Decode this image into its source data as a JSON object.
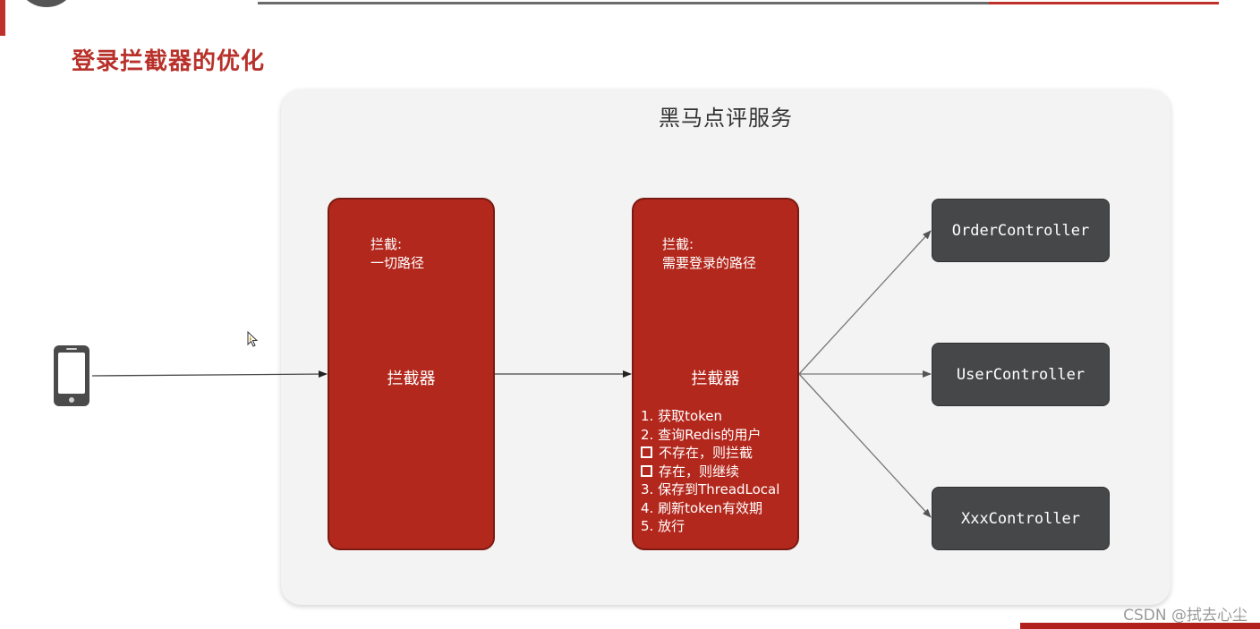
{
  "title": "登录拦截器的优化",
  "service": {
    "title": "黑马点评服务"
  },
  "interceptor_1": {
    "scope_label": "拦截:",
    "scope_value": "一切路径",
    "name": "拦截器"
  },
  "interceptor_2": {
    "scope_label": "拦截:",
    "scope_value": "需要登录的路径",
    "name": "拦截器",
    "steps": [
      "1.  获取token",
      "2.  查询Redis的用户",
      "不存在，则拦截",
      "存在，则继续",
      "3.  保存到ThreadLocal",
      "4.  刷新token有效期",
      "5.  放行"
    ]
  },
  "controllers": [
    "OrderController",
    "UserController",
    "XxxController"
  ],
  "client_icon": "smartphone-icon",
  "watermark": "CSDN @拭去心尘",
  "colors": {
    "title_red": "#b8312a",
    "interceptor_fill": "#b3281d",
    "controller_fill": "#464748",
    "panel_bg": "#f3f3f3"
  }
}
